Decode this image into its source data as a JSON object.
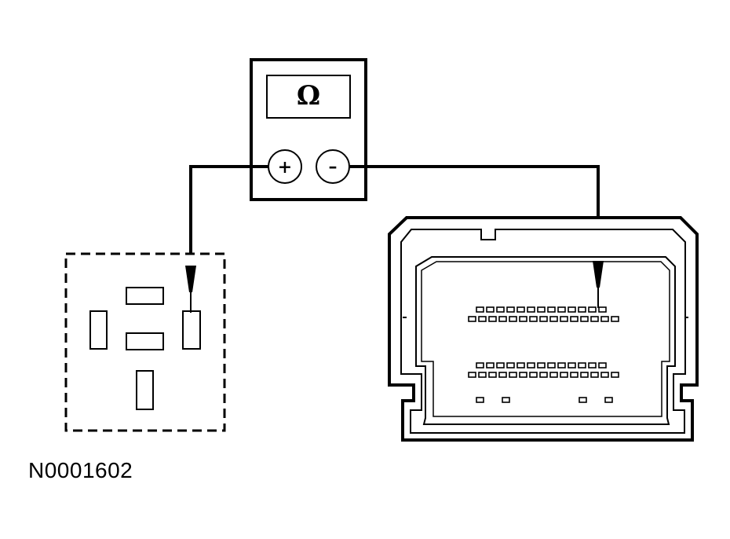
{
  "meter": {
    "display_symbol": "Ω",
    "positive_label": "+",
    "negative_label": "–"
  },
  "figure_id": "N0001602",
  "connector": {
    "top_row_pins": 13,
    "second_row_pins": 15,
    "third_row_pins": 13,
    "fourth_row_pins": 15,
    "bottom_row_pins": 4
  },
  "colors": {
    "line": "#000000",
    "background": "#ffffff"
  }
}
